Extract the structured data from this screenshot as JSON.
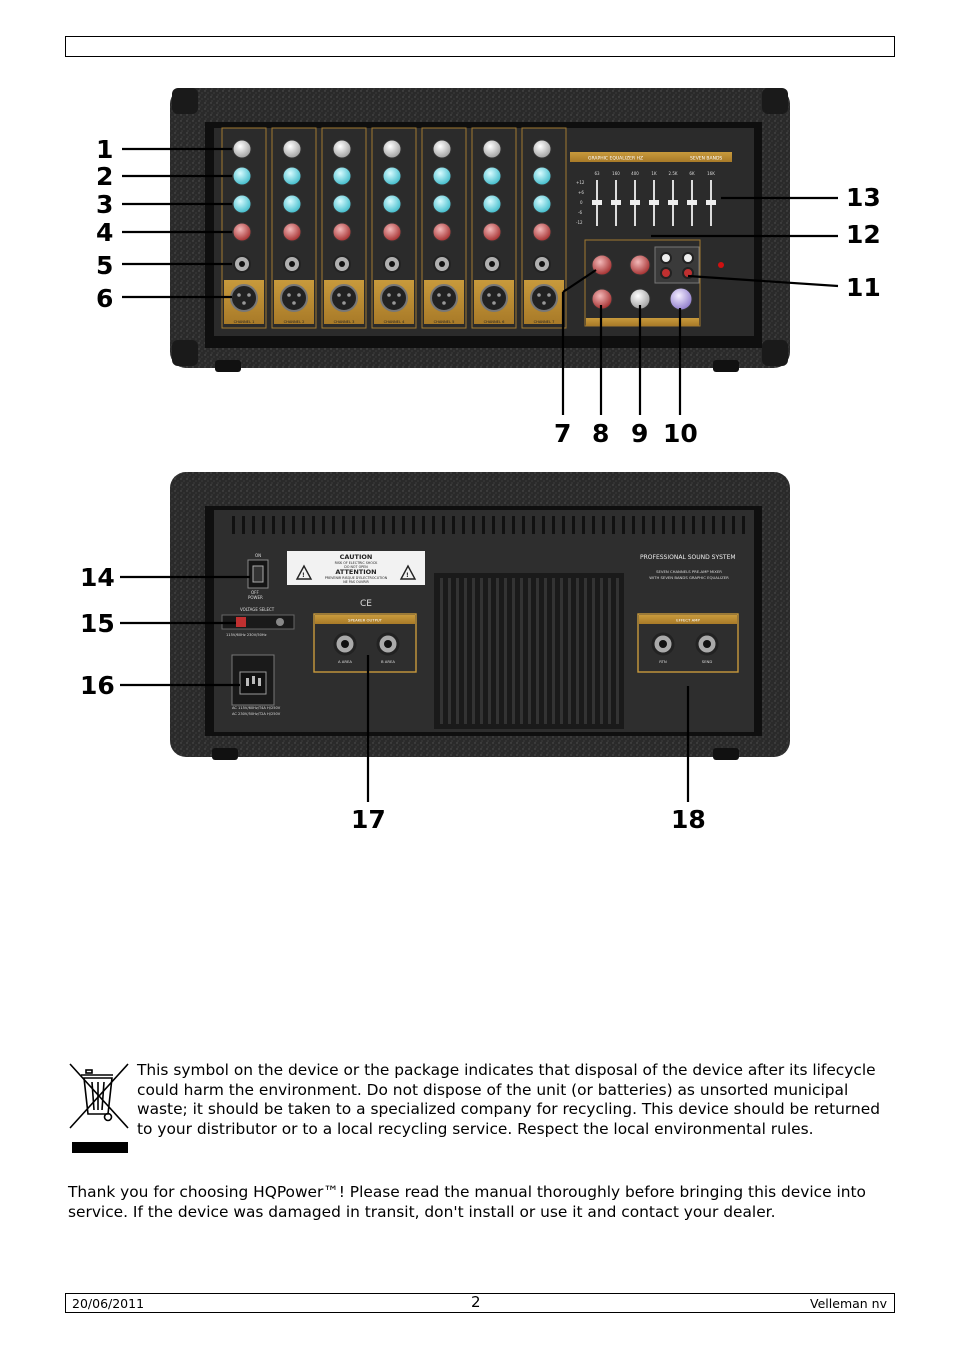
{
  "front_panel": {
    "eq_title": "GRAPHIC EQUALIZER HZ",
    "eq_bands_label": "SEVEN BANDS",
    "eq_freqs": [
      "63",
      "160",
      "400",
      "1K",
      "2.5K",
      "6K",
      "16K"
    ],
    "eq_scale": [
      "+12",
      "+6",
      "0",
      "-6",
      "-12"
    ],
    "channels": [
      "CHANNEL 1",
      "CHANNEL 2",
      "CHANNEL 3",
      "CHANNEL 4",
      "CHANNEL 5",
      "CHANNEL 6",
      "CHANNEL 7"
    ],
    "callouts": [
      "1",
      "2",
      "3",
      "4",
      "5",
      "6",
      "7",
      "8",
      "9",
      "10",
      "11",
      "12",
      "13"
    ]
  },
  "rear_panel": {
    "power_on": "ON",
    "power_off": "OFF",
    "power_label": "POWER",
    "voltage_select": "VOLTAGE SELECT",
    "voltage_options": "115V/60Hz   230V/50Hz",
    "caution_title": "CAUTION",
    "caution_line1": "RISK OF ELECTRIC SHOCK",
    "caution_line2": "DO NOT OPEN",
    "attention_title": "ATTENTION",
    "attention_line1": "PREVENIR RISQUE D'ELECTROCUTION",
    "attention_line2": "NE PAS OUVRIR",
    "ce_mark": "CE",
    "speaker_output": "SPEAKER OUTPUT",
    "area_a": "A AREA",
    "area_b": "B AREA",
    "brand_title": "PROFESSIONAL SOUND SYSTEM",
    "brand_line1": "SEVEN CHANNELS PRE-AMP MIXER",
    "brand_line2": "WITH SEVEN BANDS GRAPHIC EQUALIZER",
    "effect_amp": "EFFECT AMP",
    "rtn": "RTN",
    "send": "SEND",
    "ac_line1": "AC 115V/60Hz/T4A H/250V",
    "ac_line2": "AC 230V/50Hz/T2A H/250V",
    "callouts": [
      "14",
      "15",
      "16",
      "17",
      "18"
    ]
  },
  "weee_text": "This symbol on the device or the package indicates that disposal of the device after its lifecycle could harm the environment. Do not dispose of the unit (or batteries) as unsorted municipal waste; it should be taken to a specialized company for recycling. This device should be returned to your distributor or to a local recycling service. Respect the local environmental rules.",
  "thanks_text": "Thank you for choosing HQPower™! Please read the manual thoroughly before bringing this device into service. If the device was damaged in transit, don't install or use it and contact your dealer.",
  "footer": {
    "date": "20/06/2011",
    "page": "2",
    "company": "Velleman nv"
  }
}
